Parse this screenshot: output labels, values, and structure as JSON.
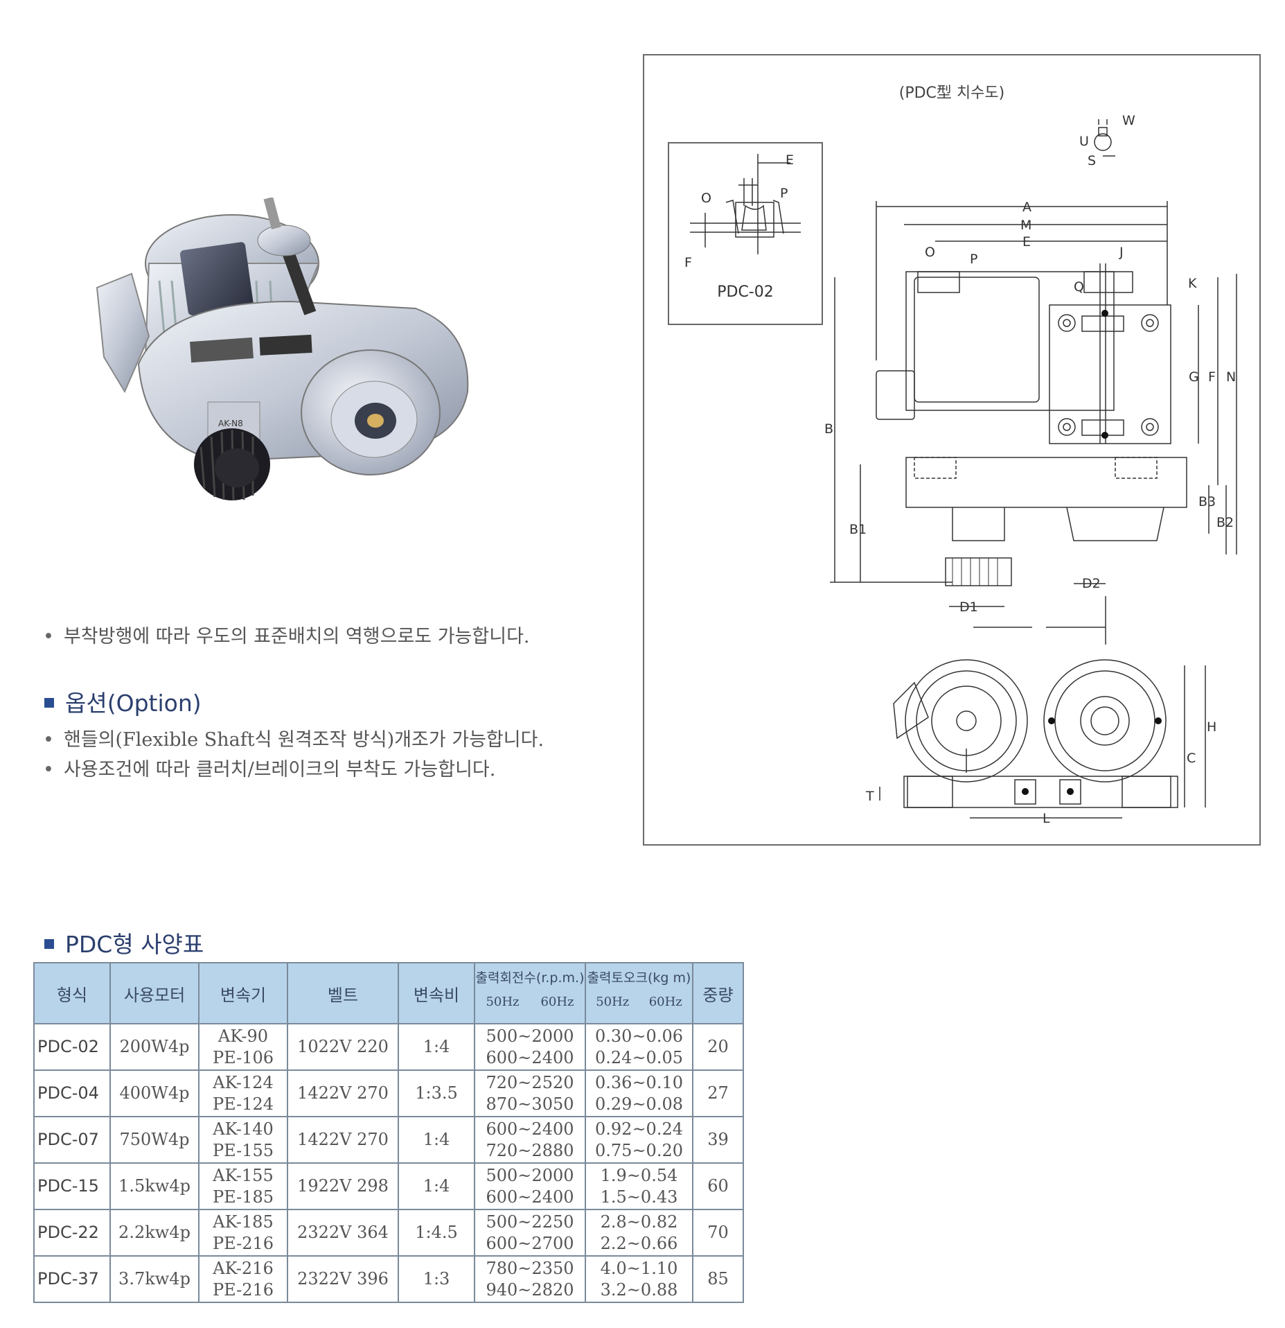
{
  "notes": {
    "mounting_note": "부착방행에 따라 우도의 표준배치의 역행으로도 가능합니다.",
    "option_title": "옵션(Option)",
    "option_items": [
      "핸들의(Flexible Shaft식 원격조작 방식)개조가 가능합니다.",
      "사용조건에 따라 클러치/브레이크의 부착도 가능합니다."
    ]
  },
  "photo": {
    "nameplate_label": "AK-N8"
  },
  "diagram": {
    "title": "(PDC型 치수도)",
    "inset_label": "PDC-02",
    "inset_dims": [
      "E",
      "P",
      "O",
      "F"
    ],
    "key_dims": [
      "W",
      "U",
      "S"
    ],
    "top_dims": [
      "A",
      "M",
      "E",
      "O",
      "P",
      "J",
      "Q",
      "K"
    ],
    "side_dims": [
      "G",
      "F",
      "N",
      "B",
      "B1",
      "B2",
      "B3"
    ],
    "bottom_dims": [
      "D1",
      "D2"
    ],
    "front_dims": [
      "H",
      "C",
      "T",
      "L"
    ]
  },
  "spec": {
    "title": "PDC형 사양표",
    "headers": {
      "model": "형식",
      "motor": "사용모터",
      "reducer": "변속기",
      "belt": "벨트",
      "ratio": "변속비",
      "rpm": "출력회전수(r.p.m.)",
      "torque": "출력토오크(kg m)",
      "weight": "중량",
      "hz50": "50Hz",
      "hz60": "60Hz"
    },
    "rows": [
      {
        "model": "PDC-02",
        "motor": "200W4p",
        "reducer": [
          "AK-90",
          "PE-106"
        ],
        "belt": "1022V  220",
        "ratio": "1:4",
        "rpm": [
          "500~2000",
          "600~2400"
        ],
        "torque": [
          "0.30~0.06",
          "0.24~0.05"
        ],
        "weight": "20"
      },
      {
        "model": "PDC-04",
        "motor": "400W4p",
        "reducer": [
          "AK-124",
          "PE-124"
        ],
        "belt": "1422V  270",
        "ratio": "1:3.5",
        "rpm": [
          "720~2520",
          "870~3050"
        ],
        "torque": [
          "0.36~0.10",
          "0.29~0.08"
        ],
        "weight": "27"
      },
      {
        "model": "PDC-07",
        "motor": "750W4p",
        "reducer": [
          "AK-140",
          "PE-155"
        ],
        "belt": "1422V  270",
        "ratio": "1:4",
        "rpm": [
          "600~2400",
          "720~2880"
        ],
        "torque": [
          "0.92~0.24",
          "0.75~0.20"
        ],
        "weight": "39"
      },
      {
        "model": "PDC-15",
        "motor": "1.5kw4p",
        "reducer": [
          "AK-155",
          "PE-185"
        ],
        "belt": "1922V  298",
        "ratio": "1:4",
        "rpm": [
          "500~2000",
          "600~2400"
        ],
        "torque": [
          "1.9~0.54",
          "1.5~0.43"
        ],
        "weight": "60"
      },
      {
        "model": "PDC-22",
        "motor": "2.2kw4p",
        "reducer": [
          "AK-185",
          "PE-216"
        ],
        "belt": "2322V  364",
        "ratio": "1:4.5",
        "rpm": [
          "500~2250",
          "600~2700"
        ],
        "torque": [
          "2.8~0.82",
          "2.2~0.66"
        ],
        "weight": "70"
      },
      {
        "model": "PDC-37",
        "motor": "3.7kw4p",
        "reducer": [
          "AK-216",
          "PE-216"
        ],
        "belt": "2322V  396",
        "ratio": "1:3",
        "rpm": [
          "780~2350",
          "940~2820"
        ],
        "torque": [
          "4.0~1.10",
          "3.2~0.88"
        ],
        "weight": "85"
      }
    ]
  }
}
